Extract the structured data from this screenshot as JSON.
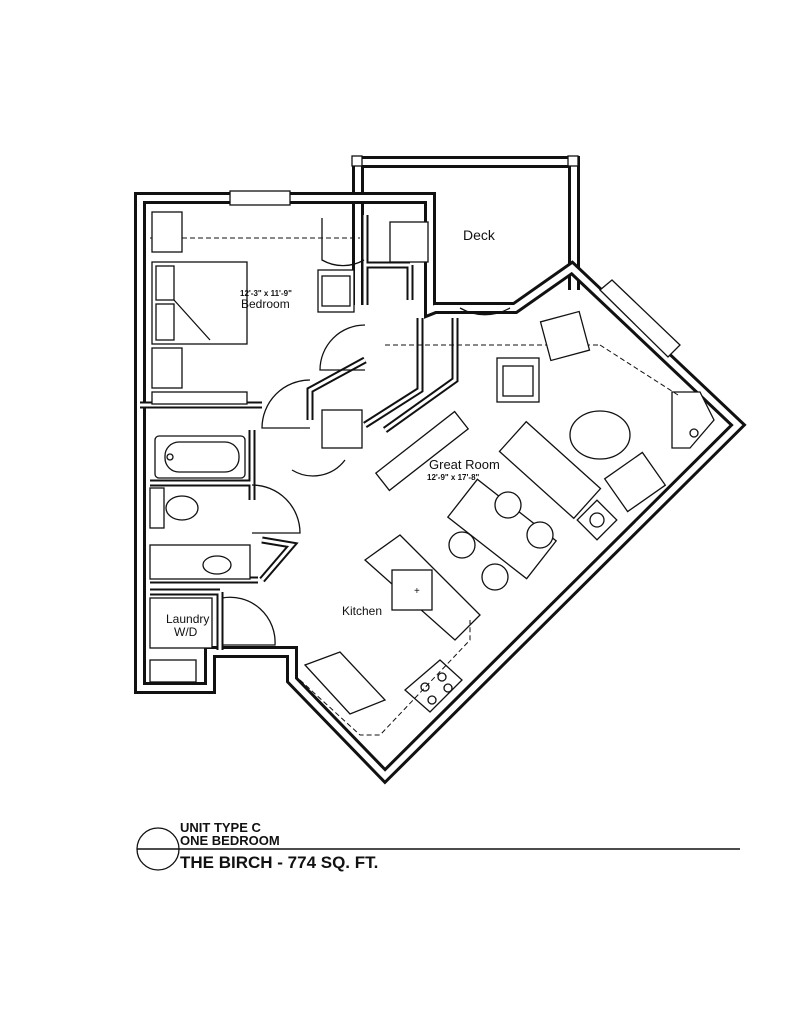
{
  "plan": {
    "rooms": {
      "deck": "Deck",
      "bedroom": "Bedroom",
      "bedroom_dims": "12'-3\" x 11'-9\"",
      "great_room": "Great Room",
      "great_room_dims": "12'-9\" x 17'-8\"",
      "kitchen": "Kitchen",
      "laundry": "Laundry",
      "laundry_sub": "W/D"
    }
  },
  "title_block": {
    "unit_type": "UNIT TYPE C",
    "bedrooms": "ONE BEDROOM",
    "name": "THE BIRCH - 774 SQ. FT."
  }
}
